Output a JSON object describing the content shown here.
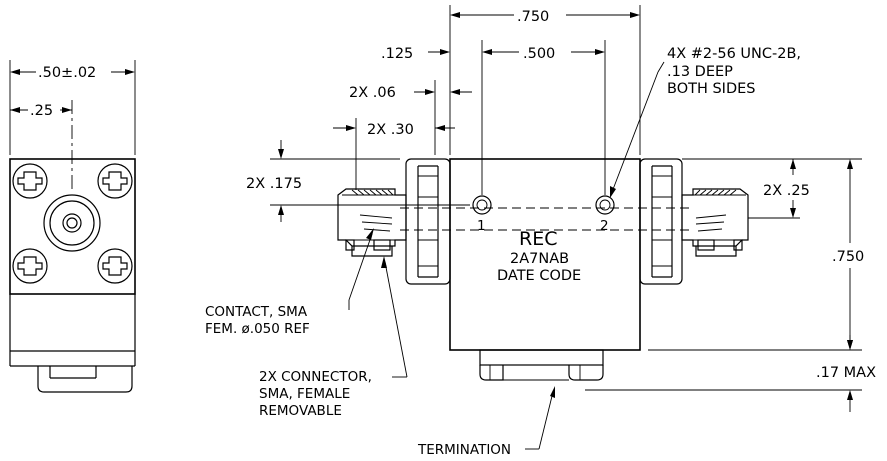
{
  "left_view": {
    "dim_width": ".50±.02",
    "dim_center": ".25"
  },
  "top_dims": {
    "overall_width": ".750",
    "hole_spacing": ".500",
    "hole_offset": ".125",
    "flange_thickness": "2X .06",
    "connector_length": "2X .30"
  },
  "hole_note": {
    "line1": "4X #2-56 UNC-2B,",
    "line2": ".13 DEEP",
    "line3": "BOTH SIDES"
  },
  "side_dims": {
    "connector_height_left": "2X .175",
    "connector_height_right": "2X .25",
    "overall_height": ".750",
    "termination_height": ".17 MAX"
  },
  "body_label": {
    "line1": "REC",
    "line2": "2A7NAB",
    "line3": "DATE CODE"
  },
  "hole_labels": {
    "h1": "1",
    "h2": "2"
  },
  "notes": {
    "contact_line1": "CONTACT, SMA",
    "contact_line2": "FEM. ø.050 REF",
    "connector_line1": "2X CONNECTOR,",
    "connector_line2": "SMA, FEMALE",
    "connector_line3": "REMOVABLE",
    "termination": "TERMINATION"
  }
}
